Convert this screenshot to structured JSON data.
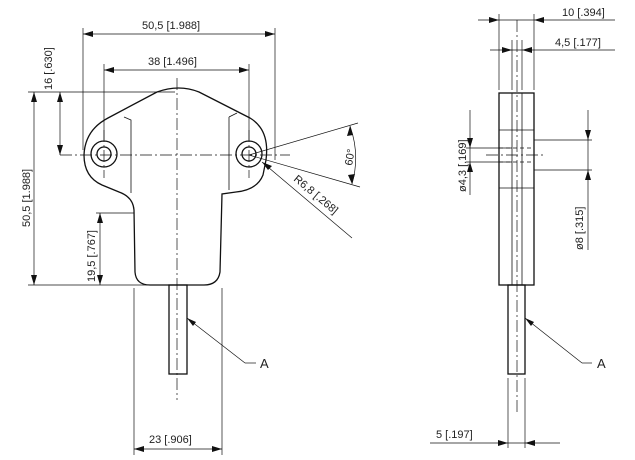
{
  "front_view": {
    "dim_width_overall": "50,5 [1.988]",
    "dim_hole_spacing": "38 [1.496]",
    "dim_top_offset": "16 [.630]",
    "dim_height_overall": "50,5 [1.988]",
    "dim_lower_height": "19,5 [.767]",
    "dim_radius": "R6,8 [.268]",
    "dim_angle": "60°",
    "dim_lower_width": "23 [.906]",
    "label_detail": "A"
  },
  "side_view": {
    "dim_thickness": "10 [.394]",
    "dim_inner_thickness": "4,5 [.177]",
    "dim_hole_dia": "ø4,3 [.169]",
    "dim_boss_dia": "ø8 [.315]",
    "dim_pin_dia": "5 [.197]",
    "label_detail": "A"
  }
}
